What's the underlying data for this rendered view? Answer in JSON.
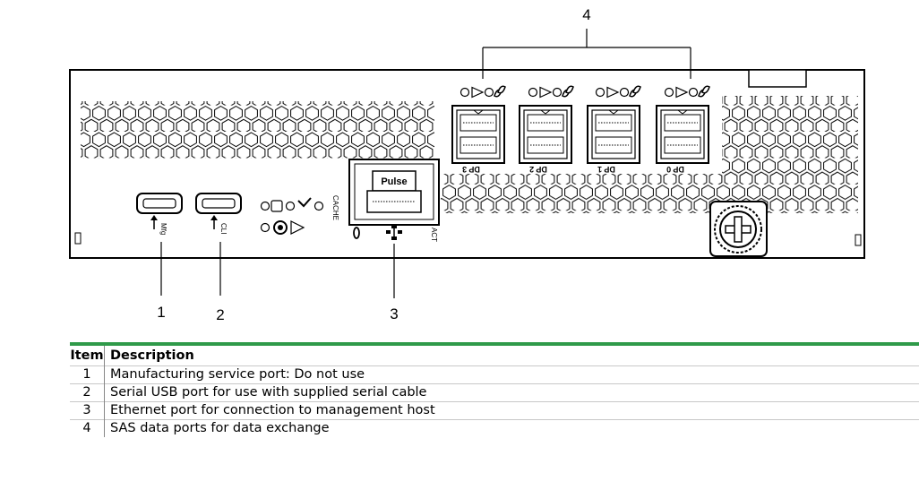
{
  "callouts": {
    "c1": "1",
    "c2": "2",
    "c3": "3",
    "c4": "4"
  },
  "panel_labels": {
    "usb_mfg": "Mfg",
    "usb_cli": "CLI",
    "cache": "CACHE",
    "pulse": "Pulse",
    "act": "ACT",
    "sas_ports": [
      "DP 3",
      "DP 2",
      "DP 1",
      "DP 0"
    ]
  },
  "table": {
    "header_item": "Item",
    "header_description": "Description",
    "rows": [
      {
        "item": "1",
        "description": "Manufacturing service port: Do not use"
      },
      {
        "item": "2",
        "description": "Serial USB port for use with supplied serial cable"
      },
      {
        "item": "3",
        "description": "Ethernet port for connection to management host"
      },
      {
        "item": "4",
        "description": "SAS data ports for data exchange"
      }
    ]
  },
  "colors": {
    "accent_rule": "#2f9a49",
    "line": "#000000"
  }
}
